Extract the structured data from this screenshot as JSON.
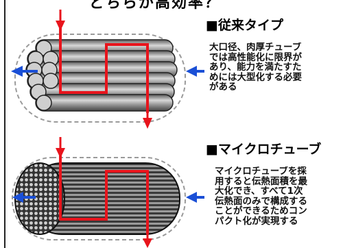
{
  "header": {
    "title": "どちらが高効率？"
  },
  "sections": [
    {
      "title": "■従来タイプ",
      "description": [
        "大口径、肉厚チューブ",
        "では高性能化に限界が",
        "あり、能力を満たすた",
        "めには大型化する必要",
        "がある"
      ]
    },
    {
      "title": "■マイクロチューブ",
      "description": [
        "マイクロチューブを採",
        "用すると伝熱面積を最",
        "大化でき、すべて1次",
        "伝熱面のみで構成する",
        "ことができるためコン",
        "パクト化が実現する"
      ]
    }
  ],
  "colors": {
    "flow_red": "#e8141c",
    "flow_blue": "#1a4fd6",
    "tube_gray": "#8a8a8a",
    "dashed_border": "#9a9a9a"
  },
  "icons": [
    "arrow-down-icon",
    "arrow-left-icon"
  ]
}
